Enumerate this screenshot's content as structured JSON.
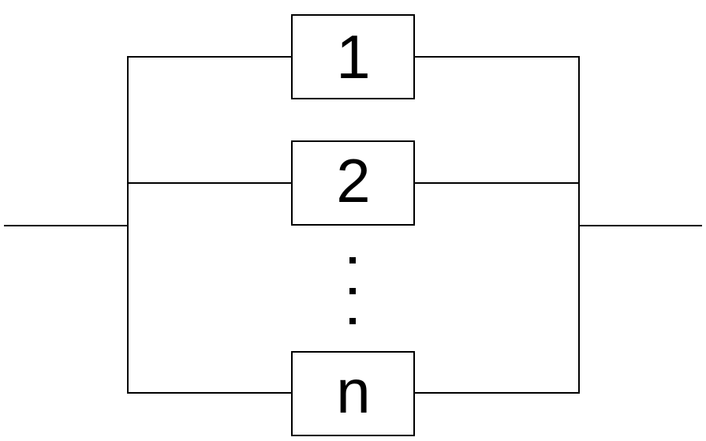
{
  "diagram": {
    "type": "parallel-reliability-block-diagram",
    "blocks": [
      {
        "id": "block-1",
        "label": "1"
      },
      {
        "id": "block-2",
        "label": "2"
      },
      {
        "id": "block-n",
        "label": "n"
      }
    ],
    "ellipsis": "vertical-dots",
    "colors": {
      "line": "#000000",
      "background": "#ffffff",
      "block_fill": "#ffffff"
    }
  }
}
